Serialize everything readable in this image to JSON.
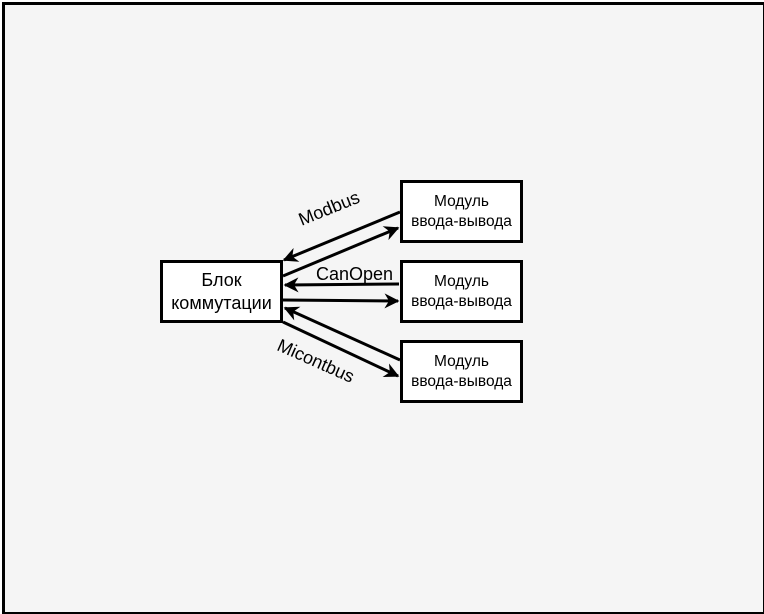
{
  "main_block": {
    "line1": "Блок",
    "line2": "коммутации"
  },
  "modules": [
    {
      "line1": "Модуль",
      "line2": "ввода-вывода"
    },
    {
      "line1": "Модуль",
      "line2": "ввода-вывода"
    },
    {
      "line1": "Модуль",
      "line2": "ввода-вывода"
    }
  ],
  "links": {
    "top": "Modbus",
    "middle": "CanOpen",
    "bottom": "Micontbus"
  }
}
